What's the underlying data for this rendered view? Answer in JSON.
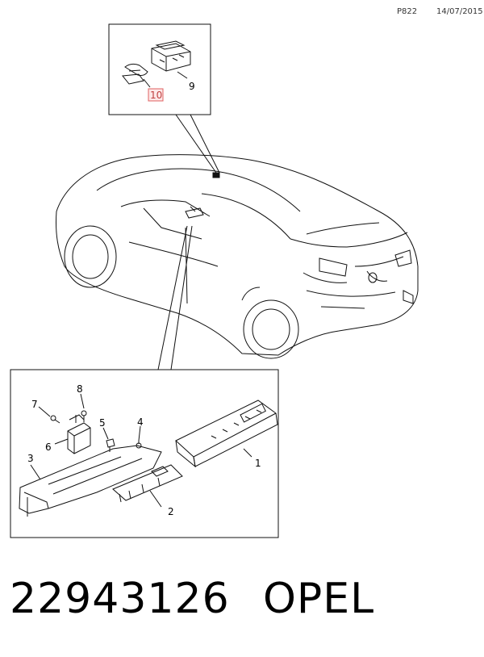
{
  "header": {
    "page_code": "P822",
    "date": "14/07/2015"
  },
  "callouts": {
    "c1": "1",
    "c2": "2",
    "c3": "3",
    "c4": "4",
    "c5": "5",
    "c6": "6",
    "c7": "7",
    "c8": "8",
    "c9": "9",
    "c10": "10"
  },
  "highlight_color": "#e06060",
  "footer": {
    "part_number": "22943126",
    "brand": "OPEL"
  }
}
